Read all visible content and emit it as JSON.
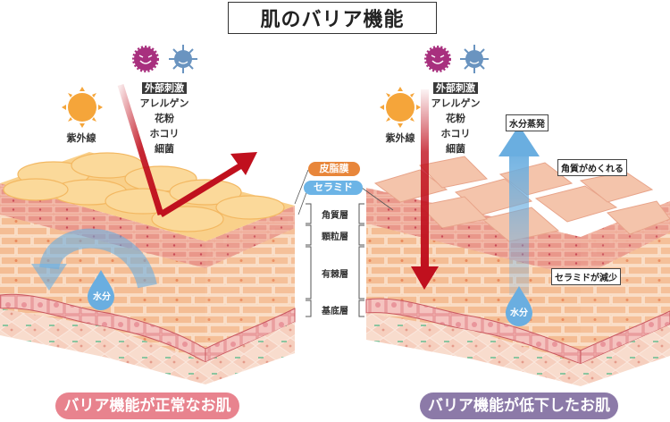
{
  "title": "肌のバリア機能",
  "left_panel": {
    "uv_label": "紫外線",
    "stimuli_heading": "外部刺激",
    "stimuli_items": [
      "アレルゲン",
      "花粉",
      "ホコリ",
      "細菌"
    ],
    "water_label": "水分",
    "caption": "バリア機能が正常なお肌",
    "caption_color": "#e8838e"
  },
  "right_panel": {
    "uv_label": "紫外線",
    "stimuli_heading": "外部刺激",
    "stimuli_items": [
      "アレルゲン",
      "花粉",
      "ホコリ",
      "細菌"
    ],
    "water_label": "水分",
    "evaporation_label": "水分蒸発",
    "keratin_peeling_label": "角質がめくれる",
    "ceramide_decrease_label": "セラミドが減少",
    "caption": "バリア機能が低下したお肌",
    "caption_color": "#8c7aa8"
  },
  "center_legend": {
    "sebum_label": "皮脂膜",
    "sebum_color": "#e8863a",
    "ceramide_label": "セラミド",
    "ceramide_color": "#6cb4e6",
    "layers": [
      "角質層",
      "顆粒層",
      "有棘層",
      "基底層"
    ]
  },
  "colors": {
    "arrow_red": "#c0101e",
    "water_blue": "#6aaee0",
    "sun_orange": "#f5a53a",
    "virus_magenta": "#a8307e",
    "virus_blue": "#6a94c0"
  }
}
